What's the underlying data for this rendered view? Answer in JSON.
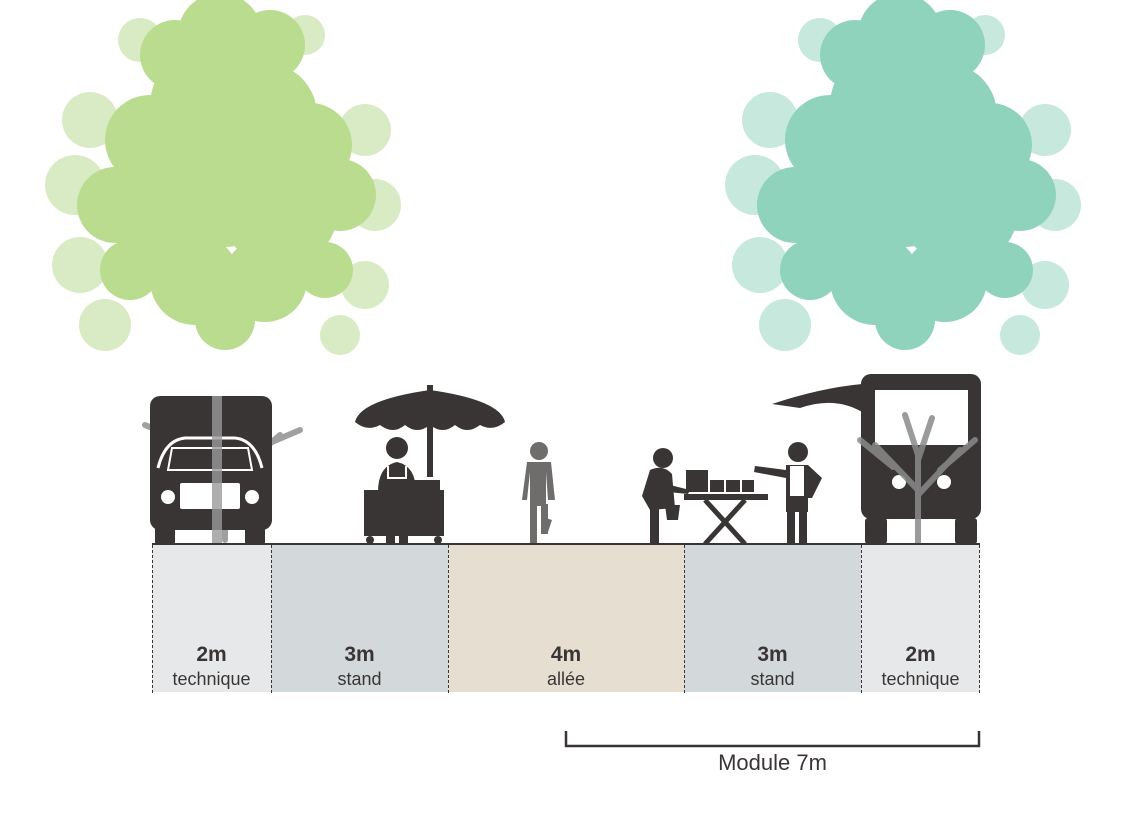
{
  "colors": {
    "ink": "#3a3535",
    "tree_left": "#b9dc8f",
    "tree_right": "#8fd3bd",
    "zone_technique": "#e7e8e9",
    "zone_stand": "#d3d8da",
    "zone_allee": "#e6dfd1",
    "pedestrian": "#6f6c6c"
  },
  "zones": [
    {
      "value": "2m",
      "name": "technique"
    },
    {
      "value": "3m",
      "name": "stand"
    },
    {
      "value": "4m",
      "name": "allée"
    },
    {
      "value": "3m",
      "name": "stand"
    },
    {
      "value": "2m",
      "name": "technique"
    }
  ],
  "module": {
    "label": "Module 7m"
  },
  "icons": [
    "tree-icon",
    "delivery-truck-icon",
    "umbrella-cart-icon",
    "vendor-icon",
    "pedestrian-icon",
    "shopper-icon",
    "folding-table-icon",
    "food-truck-icon"
  ]
}
